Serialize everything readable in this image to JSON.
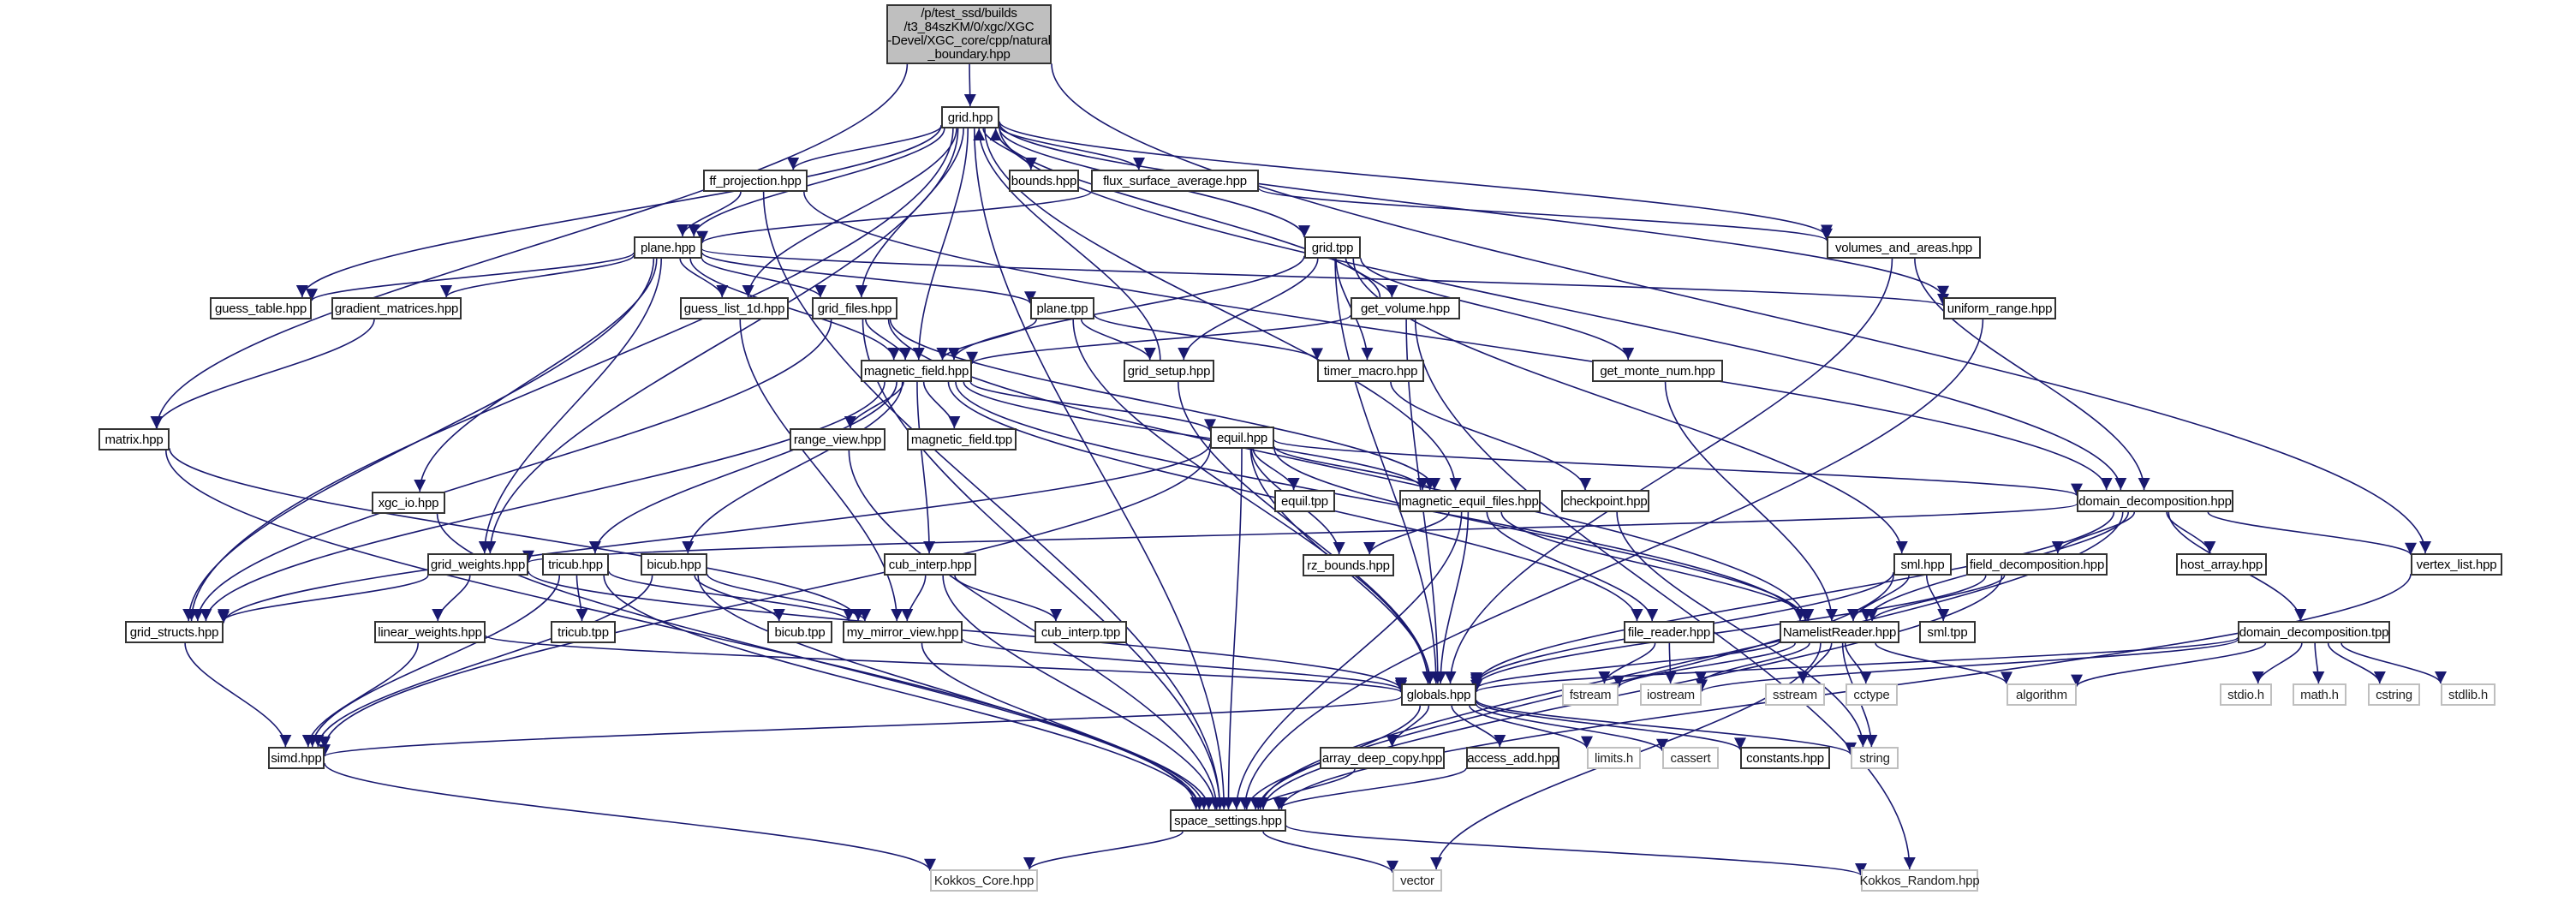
{
  "graph": {
    "edge_color": "#191970",
    "root_fill": "#bfbfbf",
    "nodes": [
      {
        "id": "root",
        "label": "/p/test_ssd/builds\n/t3_84szKM/0/xgc/XGC\n-Devel/XGC_core/cpp/natural\n_boundary.hpp",
        "kind": "root"
      },
      {
        "id": "grid_hpp",
        "label": "grid.hpp",
        "kind": "project"
      },
      {
        "id": "ff_projection",
        "label": "ff_projection.hpp",
        "kind": "project"
      },
      {
        "id": "bounds",
        "label": "bounds.hpp",
        "kind": "project"
      },
      {
        "id": "flux_surface_average",
        "label": "flux_surface_average.hpp",
        "kind": "project"
      },
      {
        "id": "plane_hpp",
        "label": "plane.hpp",
        "kind": "project"
      },
      {
        "id": "grid_tpp",
        "label": "grid.tpp",
        "kind": "project"
      },
      {
        "id": "volumes_and_areas",
        "label": "volumes_and_areas.hpp",
        "kind": "project"
      },
      {
        "id": "guess_table",
        "label": "guess_table.hpp",
        "kind": "project"
      },
      {
        "id": "gradient_matrices",
        "label": "gradient_matrices.hpp",
        "kind": "project"
      },
      {
        "id": "guess_list_1d",
        "label": "guess_list_1d.hpp",
        "kind": "project"
      },
      {
        "id": "grid_files",
        "label": "grid_files.hpp",
        "kind": "project"
      },
      {
        "id": "plane_tpp",
        "label": "plane.tpp",
        "kind": "project"
      },
      {
        "id": "get_volume",
        "label": "get_volume.hpp",
        "kind": "project"
      },
      {
        "id": "uniform_range",
        "label": "uniform_range.hpp",
        "kind": "project"
      },
      {
        "id": "magnetic_field_hpp",
        "label": "magnetic_field.hpp",
        "kind": "project"
      },
      {
        "id": "grid_setup",
        "label": "grid_setup.hpp",
        "kind": "project"
      },
      {
        "id": "timer_macro",
        "label": "timer_macro.hpp",
        "kind": "project"
      },
      {
        "id": "get_monte_num",
        "label": "get_monte_num.hpp",
        "kind": "project"
      },
      {
        "id": "matrix",
        "label": "matrix.hpp",
        "kind": "project"
      },
      {
        "id": "range_view",
        "label": "range_view.hpp",
        "kind": "project"
      },
      {
        "id": "magnetic_field_tpp",
        "label": "magnetic_field.tpp",
        "kind": "project"
      },
      {
        "id": "equil_hpp",
        "label": "equil.hpp",
        "kind": "project"
      },
      {
        "id": "xgc_io",
        "label": "xgc_io.hpp",
        "kind": "project"
      },
      {
        "id": "equil_tpp",
        "label": "equil.tpp",
        "kind": "project"
      },
      {
        "id": "magnetic_equil_files",
        "label": "magnetic_equil_files.hpp",
        "kind": "project"
      },
      {
        "id": "checkpoint",
        "label": "checkpoint.hpp",
        "kind": "project"
      },
      {
        "id": "domain_decomposition_hpp",
        "label": "domain_decomposition.hpp",
        "kind": "project"
      },
      {
        "id": "rz_bounds",
        "label": "rz_bounds.hpp",
        "kind": "project"
      },
      {
        "id": "grid_weights",
        "label": "grid_weights.hpp",
        "kind": "project"
      },
      {
        "id": "tricub_hpp",
        "label": "tricub.hpp",
        "kind": "project"
      },
      {
        "id": "bicub_hpp",
        "label": "bicub.hpp",
        "kind": "project"
      },
      {
        "id": "cub_interp_hpp",
        "label": "cub_interp.hpp",
        "kind": "project"
      },
      {
        "id": "sml_hpp",
        "label": "sml.hpp",
        "kind": "project"
      },
      {
        "id": "field_decomposition",
        "label": "field_decomposition.hpp",
        "kind": "project"
      },
      {
        "id": "host_array",
        "label": "host_array.hpp",
        "kind": "project"
      },
      {
        "id": "vertex_list",
        "label": "vertex_list.hpp",
        "kind": "project"
      },
      {
        "id": "grid_structs",
        "label": "grid_structs.hpp",
        "kind": "project"
      },
      {
        "id": "linear_weights",
        "label": "linear_weights.hpp",
        "kind": "project"
      },
      {
        "id": "tricub_tpp",
        "label": "tricub.tpp",
        "kind": "project"
      },
      {
        "id": "bicub_tpp",
        "label": "bicub.tpp",
        "kind": "project"
      },
      {
        "id": "my_mirror_view",
        "label": "my_mirror_view.hpp",
        "kind": "project"
      },
      {
        "id": "cub_interp_tpp",
        "label": "cub_interp.tpp",
        "kind": "project"
      },
      {
        "id": "file_reader",
        "label": "file_reader.hpp",
        "kind": "project"
      },
      {
        "id": "namelist_reader",
        "label": "NamelistReader.hpp",
        "kind": "project"
      },
      {
        "id": "sml_tpp",
        "label": "sml.tpp",
        "kind": "project"
      },
      {
        "id": "domain_decomposition_tpp",
        "label": "domain_decomposition.tpp",
        "kind": "project"
      },
      {
        "id": "globals",
        "label": "globals.hpp",
        "kind": "project"
      },
      {
        "id": "fstream",
        "label": "fstream",
        "kind": "system"
      },
      {
        "id": "iostream",
        "label": "iostream",
        "kind": "system"
      },
      {
        "id": "sstream",
        "label": "sstream",
        "kind": "system"
      },
      {
        "id": "cctype",
        "label": "cctype",
        "kind": "system"
      },
      {
        "id": "algorithm",
        "label": "algorithm",
        "kind": "system"
      },
      {
        "id": "stdio_h",
        "label": "stdio.h",
        "kind": "system"
      },
      {
        "id": "math_h",
        "label": "math.h",
        "kind": "system"
      },
      {
        "id": "cstring",
        "label": "cstring",
        "kind": "system"
      },
      {
        "id": "stdlib_h",
        "label": "stdlib.h",
        "kind": "system"
      },
      {
        "id": "simd",
        "label": "simd.hpp",
        "kind": "project"
      },
      {
        "id": "array_deep_copy",
        "label": "array_deep_copy.hpp",
        "kind": "project"
      },
      {
        "id": "access_add",
        "label": "access_add.hpp",
        "kind": "project"
      },
      {
        "id": "limits_h",
        "label": "limits.h",
        "kind": "system"
      },
      {
        "id": "cassert",
        "label": "cassert",
        "kind": "system"
      },
      {
        "id": "constants",
        "label": "constants.hpp",
        "kind": "project"
      },
      {
        "id": "string",
        "label": "string",
        "kind": "system"
      },
      {
        "id": "space_settings",
        "label": "space_settings.hpp",
        "kind": "project"
      },
      {
        "id": "kokkos_core",
        "label": "Kokkos_Core.hpp",
        "kind": "system"
      },
      {
        "id": "vector",
        "label": "vector",
        "kind": "system"
      },
      {
        "id": "kokkos_random",
        "label": "Kokkos_Random.hpp",
        "kind": "system"
      }
    ],
    "edges": [
      [
        "root",
        "grid_hpp"
      ],
      [
        "root",
        "matrix"
      ],
      [
        "root",
        "vertex_list"
      ],
      [
        "grid_hpp",
        "ff_projection"
      ],
      [
        "grid_hpp",
        "bounds"
      ],
      [
        "grid_hpp",
        "flux_surface_average"
      ],
      [
        "grid_hpp",
        "plane_hpp"
      ],
      [
        "grid_hpp",
        "grid_tpp"
      ],
      [
        "grid_hpp",
        "volumes_and_areas"
      ],
      [
        "grid_hpp",
        "guess_table"
      ],
      [
        "grid_hpp",
        "guess_list_1d"
      ],
      [
        "grid_hpp",
        "grid_files"
      ],
      [
        "grid_hpp",
        "magnetic_field_hpp"
      ],
      [
        "grid_hpp",
        "grid_weights"
      ],
      [
        "grid_hpp",
        "grid_structs"
      ],
      [
        "grid_hpp",
        "magnetic_equil_files"
      ],
      [
        "grid_hpp",
        "uniform_range"
      ],
      [
        "grid_hpp",
        "domain_decomposition_hpp"
      ],
      [
        "grid_hpp",
        "space_settings"
      ],
      [
        "ff_projection",
        "plane_hpp"
      ],
      [
        "ff_projection",
        "domain_decomposition_hpp"
      ],
      [
        "ff_projection",
        "space_settings"
      ],
      [
        "flux_surface_average",
        "plane_hpp"
      ],
      [
        "flux_surface_average",
        "volumes_and_areas"
      ],
      [
        "plane_hpp",
        "guess_table"
      ],
      [
        "plane_hpp",
        "gradient_matrices"
      ],
      [
        "plane_hpp",
        "guess_list_1d"
      ],
      [
        "plane_hpp",
        "grid_files"
      ],
      [
        "plane_hpp",
        "plane_tpp"
      ],
      [
        "plane_hpp",
        "magnetic_field_hpp"
      ],
      [
        "plane_hpp",
        "uniform_range"
      ],
      [
        "plane_hpp",
        "xgc_io"
      ],
      [
        "plane_hpp",
        "grid_weights"
      ],
      [
        "plane_hpp",
        "grid_structs"
      ],
      [
        "grid_tpp",
        "magnetic_field_hpp"
      ],
      [
        "grid_tpp",
        "grid_setup"
      ],
      [
        "grid_tpp",
        "get_volume"
      ],
      [
        "grid_tpp",
        "timer_macro"
      ],
      [
        "grid_tpp",
        "get_monte_num"
      ],
      [
        "grid_tpp",
        "sml_hpp"
      ],
      [
        "grid_tpp",
        "globals"
      ],
      [
        "volumes_and_areas",
        "domain_decomposition_hpp"
      ],
      [
        "volumes_and_areas",
        "globals"
      ],
      [
        "get_volume",
        "grid_hpp"
      ],
      [
        "get_volume",
        "magnetic_field_hpp"
      ],
      [
        "get_volume",
        "globals"
      ],
      [
        "get_volume",
        "kokkos_random"
      ],
      [
        "grid_setup",
        "grid_hpp"
      ],
      [
        "grid_setup",
        "globals"
      ],
      [
        "plane_tpp",
        "magnetic_field_hpp"
      ],
      [
        "plane_tpp",
        "grid_setup"
      ],
      [
        "plane_tpp",
        "timer_macro"
      ],
      [
        "plane_tpp",
        "globals"
      ],
      [
        "grid_files",
        "magnetic_field_hpp"
      ],
      [
        "grid_files",
        "grid_structs"
      ],
      [
        "grid_files",
        "space_settings"
      ],
      [
        "grid_files",
        "namelist_reader"
      ],
      [
        "grid_files",
        "magnetic_equil_files"
      ],
      [
        "gradient_matrices",
        "matrix"
      ],
      [
        "guess_list_1d",
        "my_mirror_view"
      ],
      [
        "magnetic_field_hpp",
        "range_view"
      ],
      [
        "magnetic_field_hpp",
        "magnetic_field_tpp"
      ],
      [
        "magnetic_field_hpp",
        "equil_hpp"
      ],
      [
        "magnetic_field_hpp",
        "tricub_hpp"
      ],
      [
        "magnetic_field_hpp",
        "bicub_hpp"
      ],
      [
        "magnetic_field_hpp",
        "cub_interp_hpp"
      ],
      [
        "magnetic_field_hpp",
        "magnetic_equil_files"
      ],
      [
        "magnetic_field_hpp",
        "file_reader"
      ],
      [
        "magnetic_field_hpp",
        "namelist_reader"
      ],
      [
        "magnetic_field_hpp",
        "grid_structs"
      ],
      [
        "matrix",
        "my_mirror_view"
      ],
      [
        "matrix",
        "space_settings"
      ],
      [
        "range_view",
        "space_settings"
      ],
      [
        "equil_hpp",
        "equil_tpp"
      ],
      [
        "equil_hpp",
        "magnetic_equil_files"
      ],
      [
        "equil_hpp",
        "rz_bounds"
      ],
      [
        "equil_hpp",
        "domain_decomposition_hpp"
      ],
      [
        "equil_hpp",
        "globals"
      ],
      [
        "equil_hpp",
        "namelist_reader"
      ],
      [
        "equil_hpp",
        "grid_structs"
      ],
      [
        "equil_hpp",
        "simd"
      ],
      [
        "equil_hpp",
        "space_settings"
      ],
      [
        "magnetic_equil_files",
        "rz_bounds"
      ],
      [
        "magnetic_equil_files",
        "file_reader"
      ],
      [
        "magnetic_equil_files",
        "namelist_reader"
      ],
      [
        "magnetic_equil_files",
        "globals"
      ],
      [
        "magnetic_equil_files",
        "space_settings"
      ],
      [
        "checkpoint",
        "string"
      ],
      [
        "xgc_io",
        "space_settings"
      ],
      [
        "timer_macro",
        "checkpoint"
      ],
      [
        "get_monte_num",
        "namelist_reader"
      ],
      [
        "uniform_range",
        "space_settings"
      ],
      [
        "domain_decomposition_hpp",
        "grid_weights"
      ],
      [
        "domain_decomposition_hpp",
        "host_array"
      ],
      [
        "domain_decomposition_hpp",
        "vertex_list"
      ],
      [
        "domain_decomposition_hpp",
        "field_decomposition"
      ],
      [
        "domain_decomposition_hpp",
        "domain_decomposition_tpp"
      ],
      [
        "domain_decomposition_hpp",
        "namelist_reader"
      ],
      [
        "domain_decomposition_hpp",
        "space_settings"
      ],
      [
        "domain_decomposition_hpp",
        "globals"
      ],
      [
        "grid_weights",
        "grid_structs"
      ],
      [
        "grid_weights",
        "linear_weights"
      ],
      [
        "grid_weights",
        "globals"
      ],
      [
        "tricub_hpp",
        "tricub_tpp"
      ],
      [
        "tricub_hpp",
        "my_mirror_view"
      ],
      [
        "tricub_hpp",
        "simd"
      ],
      [
        "tricub_hpp",
        "space_settings"
      ],
      [
        "bicub_hpp",
        "bicub_tpp"
      ],
      [
        "bicub_hpp",
        "my_mirror_view"
      ],
      [
        "bicub_hpp",
        "simd"
      ],
      [
        "bicub_hpp",
        "space_settings"
      ],
      [
        "cub_interp_hpp",
        "cub_interp_tpp"
      ],
      [
        "cub_interp_hpp",
        "my_mirror_view"
      ],
      [
        "cub_interp_hpp",
        "space_settings"
      ],
      [
        "sml_hpp",
        "sml_tpp"
      ],
      [
        "sml_hpp",
        "namelist_reader"
      ],
      [
        "sml_hpp",
        "globals"
      ],
      [
        "sml_hpp",
        "space_settings"
      ],
      [
        "field_decomposition",
        "namelist_reader"
      ],
      [
        "field_decomposition",
        "globals"
      ],
      [
        "field_decomposition",
        "space_settings"
      ],
      [
        "vertex_list",
        "space_settings"
      ],
      [
        "grid_structs",
        "simd"
      ],
      [
        "linear_weights",
        "simd"
      ],
      [
        "linear_weights",
        "globals"
      ],
      [
        "my_mirror_view",
        "globals"
      ],
      [
        "my_mirror_view",
        "space_settings"
      ],
      [
        "file_reader",
        "fstream"
      ],
      [
        "file_reader",
        "iostream"
      ],
      [
        "namelist_reader",
        "fstream"
      ],
      [
        "namelist_reader",
        "iostream"
      ],
      [
        "namelist_reader",
        "sstream"
      ],
      [
        "namelist_reader",
        "cctype"
      ],
      [
        "namelist_reader",
        "string"
      ],
      [
        "namelist_reader",
        "algorithm"
      ],
      [
        "namelist_reader",
        "vector"
      ],
      [
        "namelist_reader",
        "globals"
      ],
      [
        "domain_decomposition_tpp",
        "globals"
      ],
      [
        "domain_decomposition_tpp",
        "stdio_h"
      ],
      [
        "domain_decomposition_tpp",
        "math_h"
      ],
      [
        "domain_decomposition_tpp",
        "cstring"
      ],
      [
        "domain_decomposition_tpp",
        "stdlib_h"
      ],
      [
        "domain_decomposition_tpp",
        "algorithm"
      ],
      [
        "domain_decomposition_tpp",
        "iostream"
      ],
      [
        "globals",
        "simd"
      ],
      [
        "globals",
        "array_deep_copy"
      ],
      [
        "globals",
        "access_add"
      ],
      [
        "globals",
        "limits_h"
      ],
      [
        "globals",
        "cassert"
      ],
      [
        "globals",
        "constants"
      ],
      [
        "globals",
        "string"
      ],
      [
        "globals",
        "space_settings"
      ],
      [
        "array_deep_copy",
        "space_settings"
      ],
      [
        "access_add",
        "space_settings"
      ],
      [
        "simd",
        "kokkos_core"
      ],
      [
        "space_settings",
        "kokkos_core"
      ],
      [
        "space_settings",
        "vector"
      ],
      [
        "space_settings",
        "kokkos_random"
      ]
    ]
  }
}
